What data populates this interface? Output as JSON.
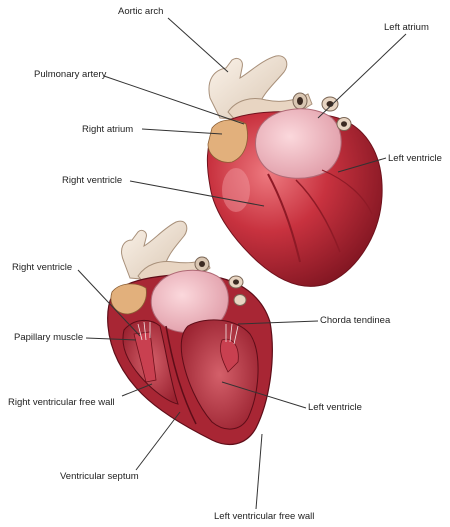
{
  "labels": {
    "aortic_arch": "Aortic arch",
    "left_atrium": "Left atrium",
    "pulmonary_artery": "Pulmonary artery",
    "right_atrium": "Right atrium",
    "left_ventricle_top": "Left ventricle",
    "right_ventricle_top": "Right ventricle",
    "right_ventricle_bottom": "Right ventricle",
    "chorda_tendinea": "Chorda tendinea",
    "papillary_muscle": "Papillary muscle",
    "right_ventricular_free_wall": "Right ventricular free wall",
    "left_ventricle_bottom": "Left ventricle",
    "ventricular_septum": "Ventricular septum",
    "left_ventricular_free_wall": "Left ventricular free wall"
  },
  "colors": {
    "heart_main": "#c8323f",
    "heart_dark": "#8e1a26",
    "heart_highlight": "#e66a72",
    "atrium_pink": "#f0b8c0",
    "vessel_cream": "#f2e6d8",
    "fat_yellow": "#e6c98a",
    "leader_line": "#333333"
  }
}
